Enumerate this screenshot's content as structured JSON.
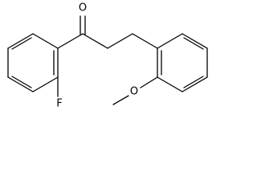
{
  "molecule": {
    "atoms": {
      "oxygen_carbonyl": "O",
      "fluorine": "F",
      "oxygen_methoxy": "O"
    }
  },
  "colors": {
    "bond": "#000000",
    "background": "#ffffff"
  }
}
